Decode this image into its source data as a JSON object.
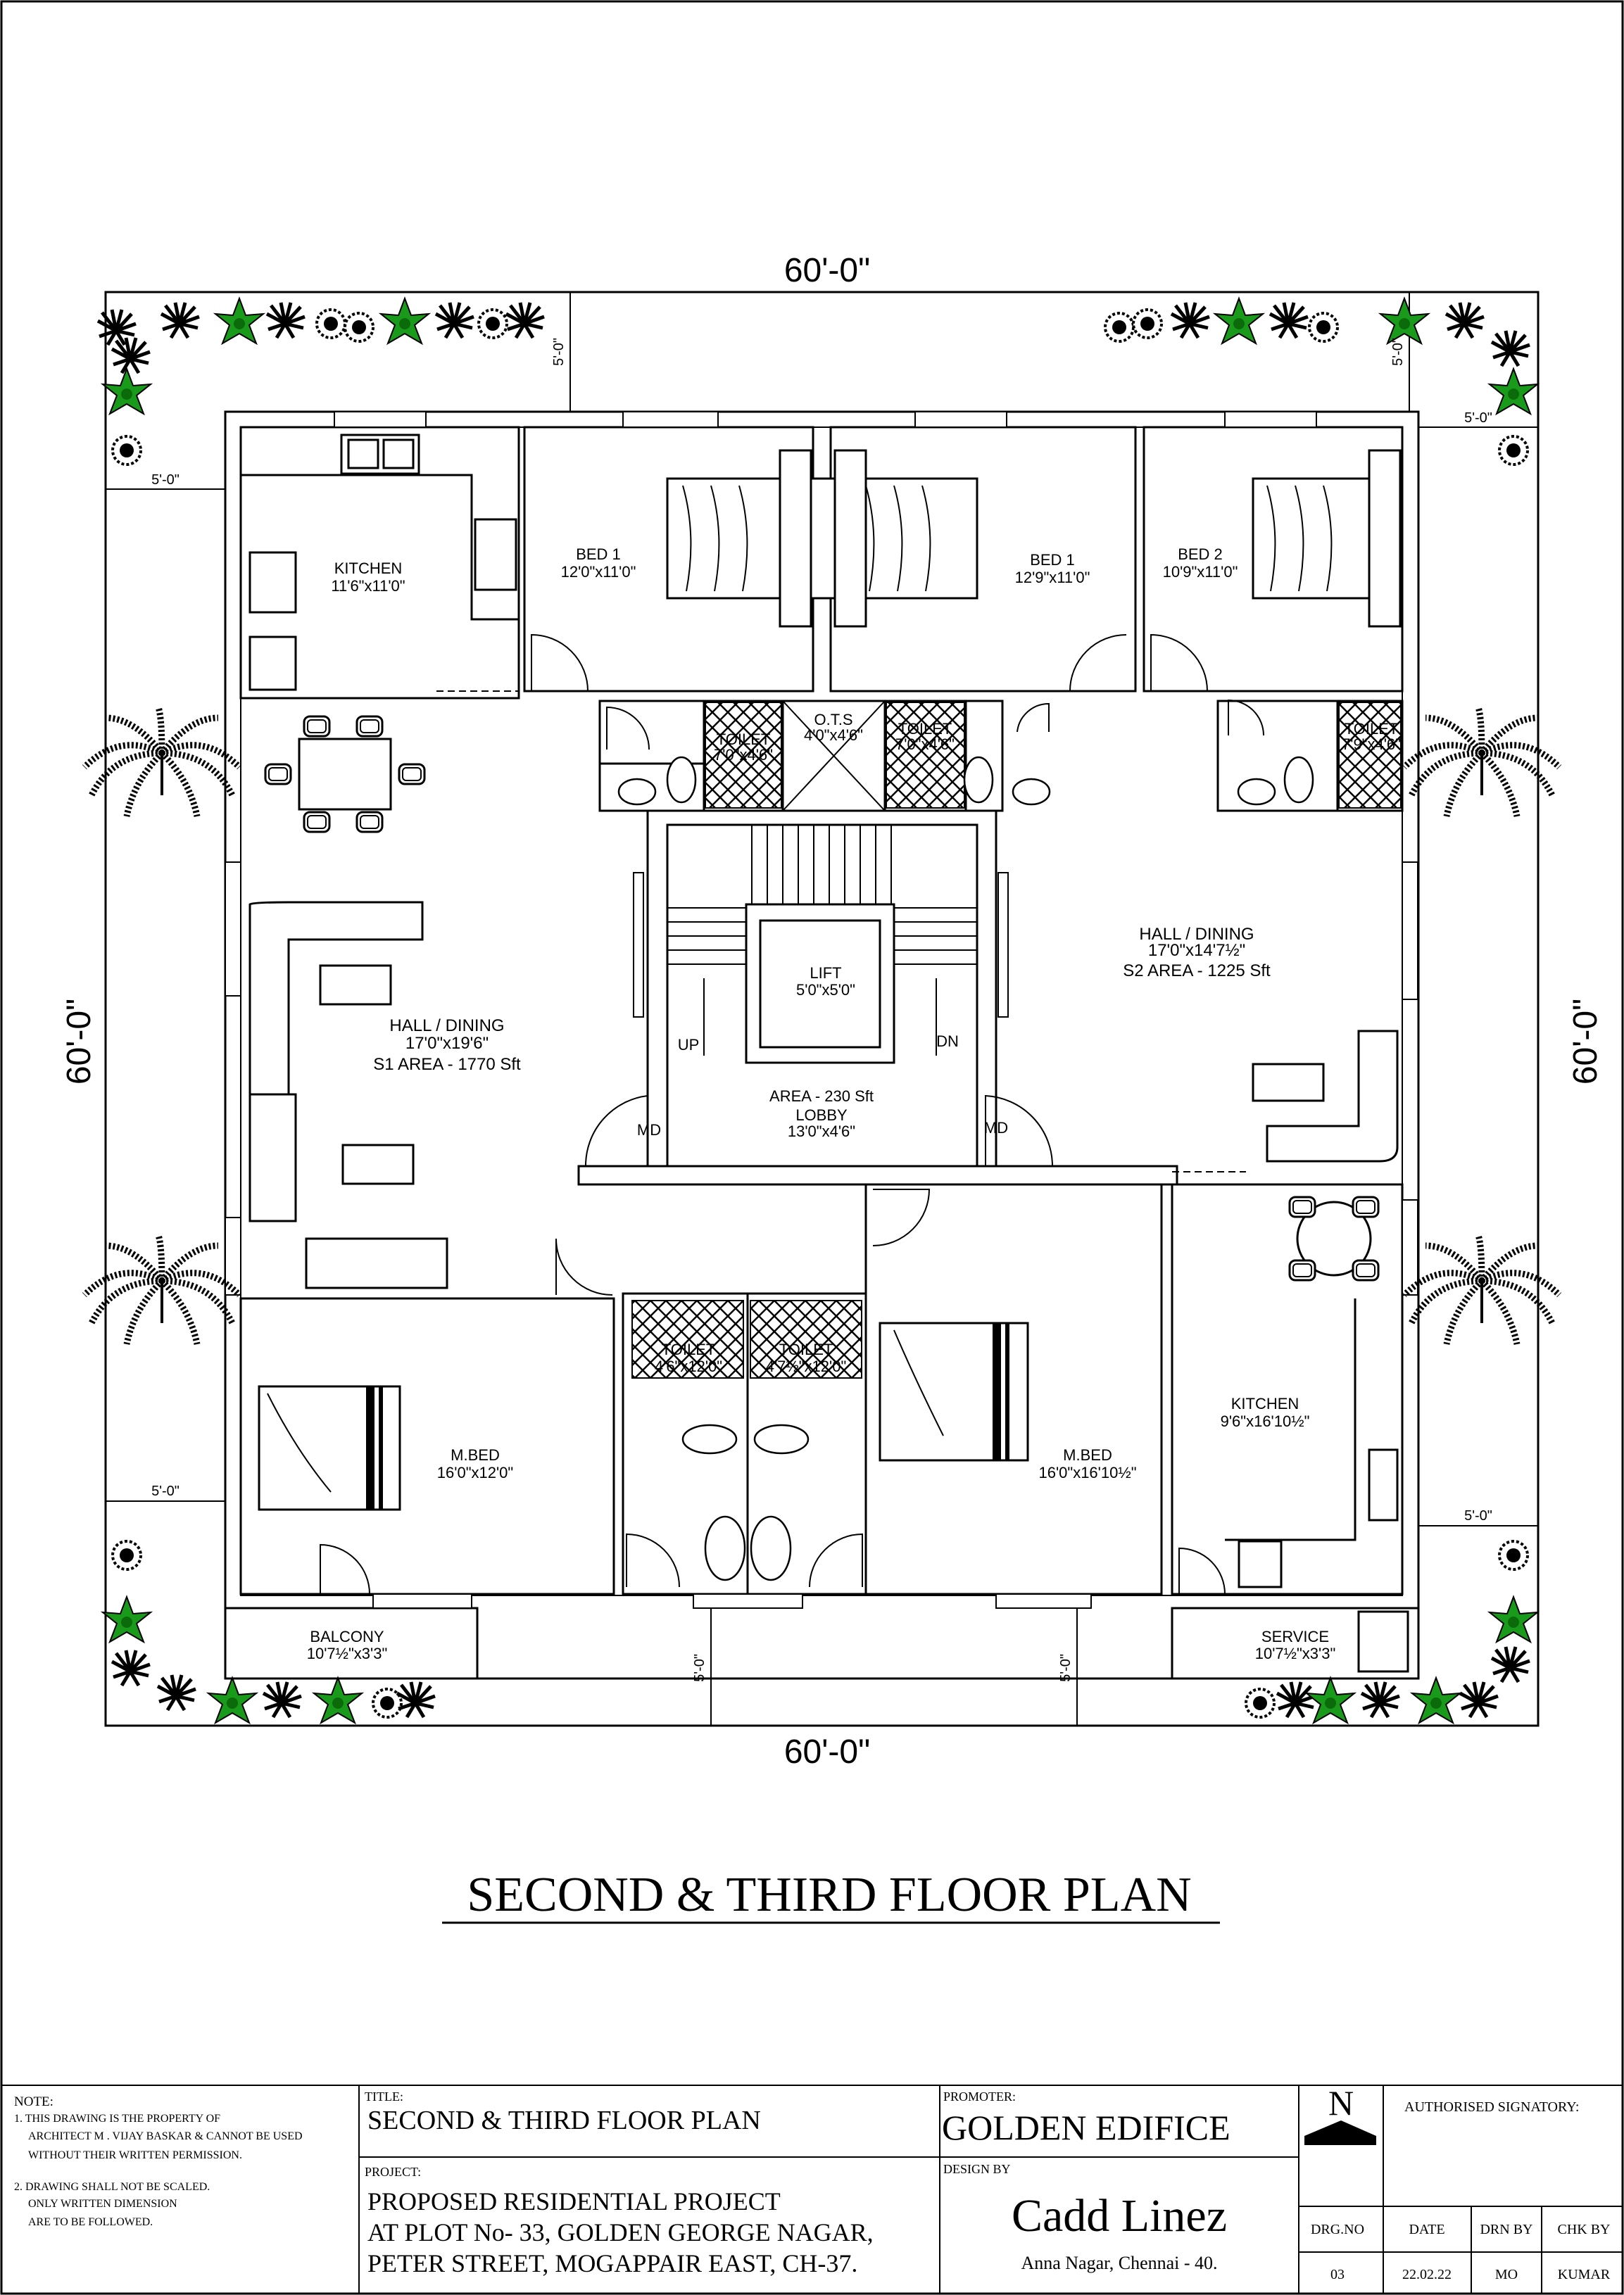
{
  "plan": {
    "dim_top": "60'-0\"",
    "dim_bottom": "60'-0\"",
    "dim_left": "60'-0\"",
    "dim_right": "60'-0\"",
    "setback": "5'-0\"",
    "rooms": {
      "kitchen1_name": "KITCHEN",
      "kitchen1_size": "11'6\"x11'0\"",
      "bed1a_name": "BED 1",
      "bed1a_size": "12'0\"x11'0\"",
      "bed1b_name": "BED 1",
      "bed1b_size": "12'9\"x11'0\"",
      "bed2_name": "BED 2",
      "bed2_size": "10'9\"x11'0\"",
      "toilet1_name": "TOILET",
      "toilet1_size": "7'0\"x4'6\"",
      "ots_name": "O.T.S",
      "ots_size": "4'0\"x4'6\"",
      "toilet2_name": "TOILET",
      "toilet2_size": "7'0\"x4'6\"",
      "toilet3_name": "TOILET",
      "toilet3_size": "7'9\"x4'6\"",
      "hall1_name": "HALL / DINING",
      "hall1_size": "17'0\"x19'6\"",
      "hall1_area": "S1 AREA - 1770 Sft",
      "hall2_name": "HALL / DINING",
      "hall2_size": "17'0\"x14'7½\"",
      "hall2_area": "S2 AREA - 1225 Sft",
      "lift_name": "LIFT",
      "lift_size": "5'0\"x5'0\"",
      "up": "UP",
      "dn": "DN",
      "md1": "MD",
      "md2": "MD",
      "lobby_area": "AREA - 230 Sft",
      "lobby_name": "LOBBY",
      "lobby_size": "13'0\"x4'6\"",
      "toilet4_name": "TOILET",
      "toilet4_size": "4'6\"x12'0\"",
      "toilet5_name": "TOILET",
      "toilet5_size": "4'7½\"x12'0\"",
      "mbed1_name": "M.BED",
      "mbed1_size": "16'0\"x12'0\"",
      "mbed2_name": "M.BED",
      "mbed2_size": "16'0\"x16'10½\"",
      "kitchen2_name": "KITCHEN",
      "kitchen2_size": "9'6\"x16'10½\"",
      "balcony_name": "BALCONY",
      "balcony_size": "10'7½\"x3'3\"",
      "service_name": "SERVICE",
      "service_size": "10'7½\"x3'3\""
    },
    "main_title": "SECOND & THIRD FLOOR PLAN"
  },
  "title_block": {
    "note_heading": "NOTE:",
    "note1_a": "1. THIS DRAWING IS THE PROPERTY OF",
    "note1_b": "ARCHITECT M . VIJAY BASKAR & CANNOT BE USED",
    "note1_c": "WITHOUT THEIR WRITTEN PERMISSION.",
    "note2_a": "2. DRAWING SHALL NOT BE SCALED.",
    "note2_b": "ONLY WRITTEN DIMENSION",
    "note2_c": "ARE TO BE FOLLOWED.",
    "title_label": "TITLE:",
    "title_value": "SECOND & THIRD FLOOR PLAN",
    "project_label": "PROJECT:",
    "project_line1": "PROPOSED RESIDENTIAL PROJECT",
    "project_line2": "AT PLOT No- 33, GOLDEN GEORGE NAGAR,",
    "project_line3": "PETER STREET, MOGAPPAIR EAST, CH-37.",
    "promoter_label": "PROMOTER:",
    "promoter_value": "GOLDEN EDIFICE",
    "design_label": "DESIGN BY",
    "design_value": "Cadd  Linez",
    "design_address": "Anna Nagar, Chennai - 40.",
    "north": "N",
    "signatory_label": "AUTHORISED SIGNATORY:",
    "drgno_label": "DRG.NO",
    "drgno_value": "03",
    "date_label": "DATE",
    "date_value": "22.02.22",
    "drnby_label": "DRN BY",
    "drnby_value": "MO",
    "chkby_label": "CHK BY",
    "chkby_value": "KUMAR"
  }
}
